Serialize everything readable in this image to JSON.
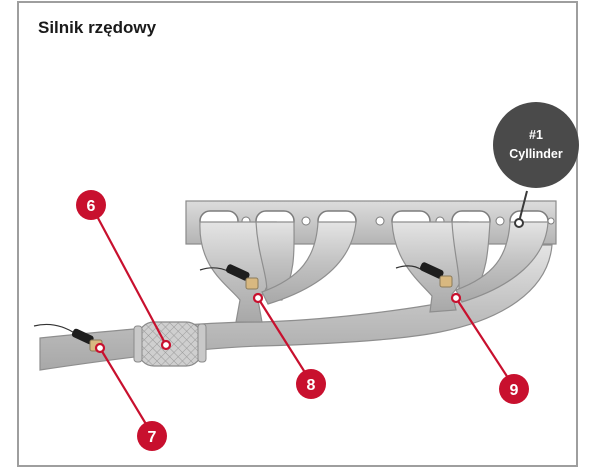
{
  "title": "Silnik rzędowy",
  "cylinder_label": {
    "line1": "#1",
    "line2": "Cyllinder"
  },
  "callouts": [
    "6",
    "7",
    "8",
    "9"
  ],
  "colors": {
    "callout_red": "#c8102e",
    "cylinder_bubble": "#4a4a4a",
    "pipe_gray": "#bdbdbd",
    "frame_gray": "#9e9e9e"
  }
}
